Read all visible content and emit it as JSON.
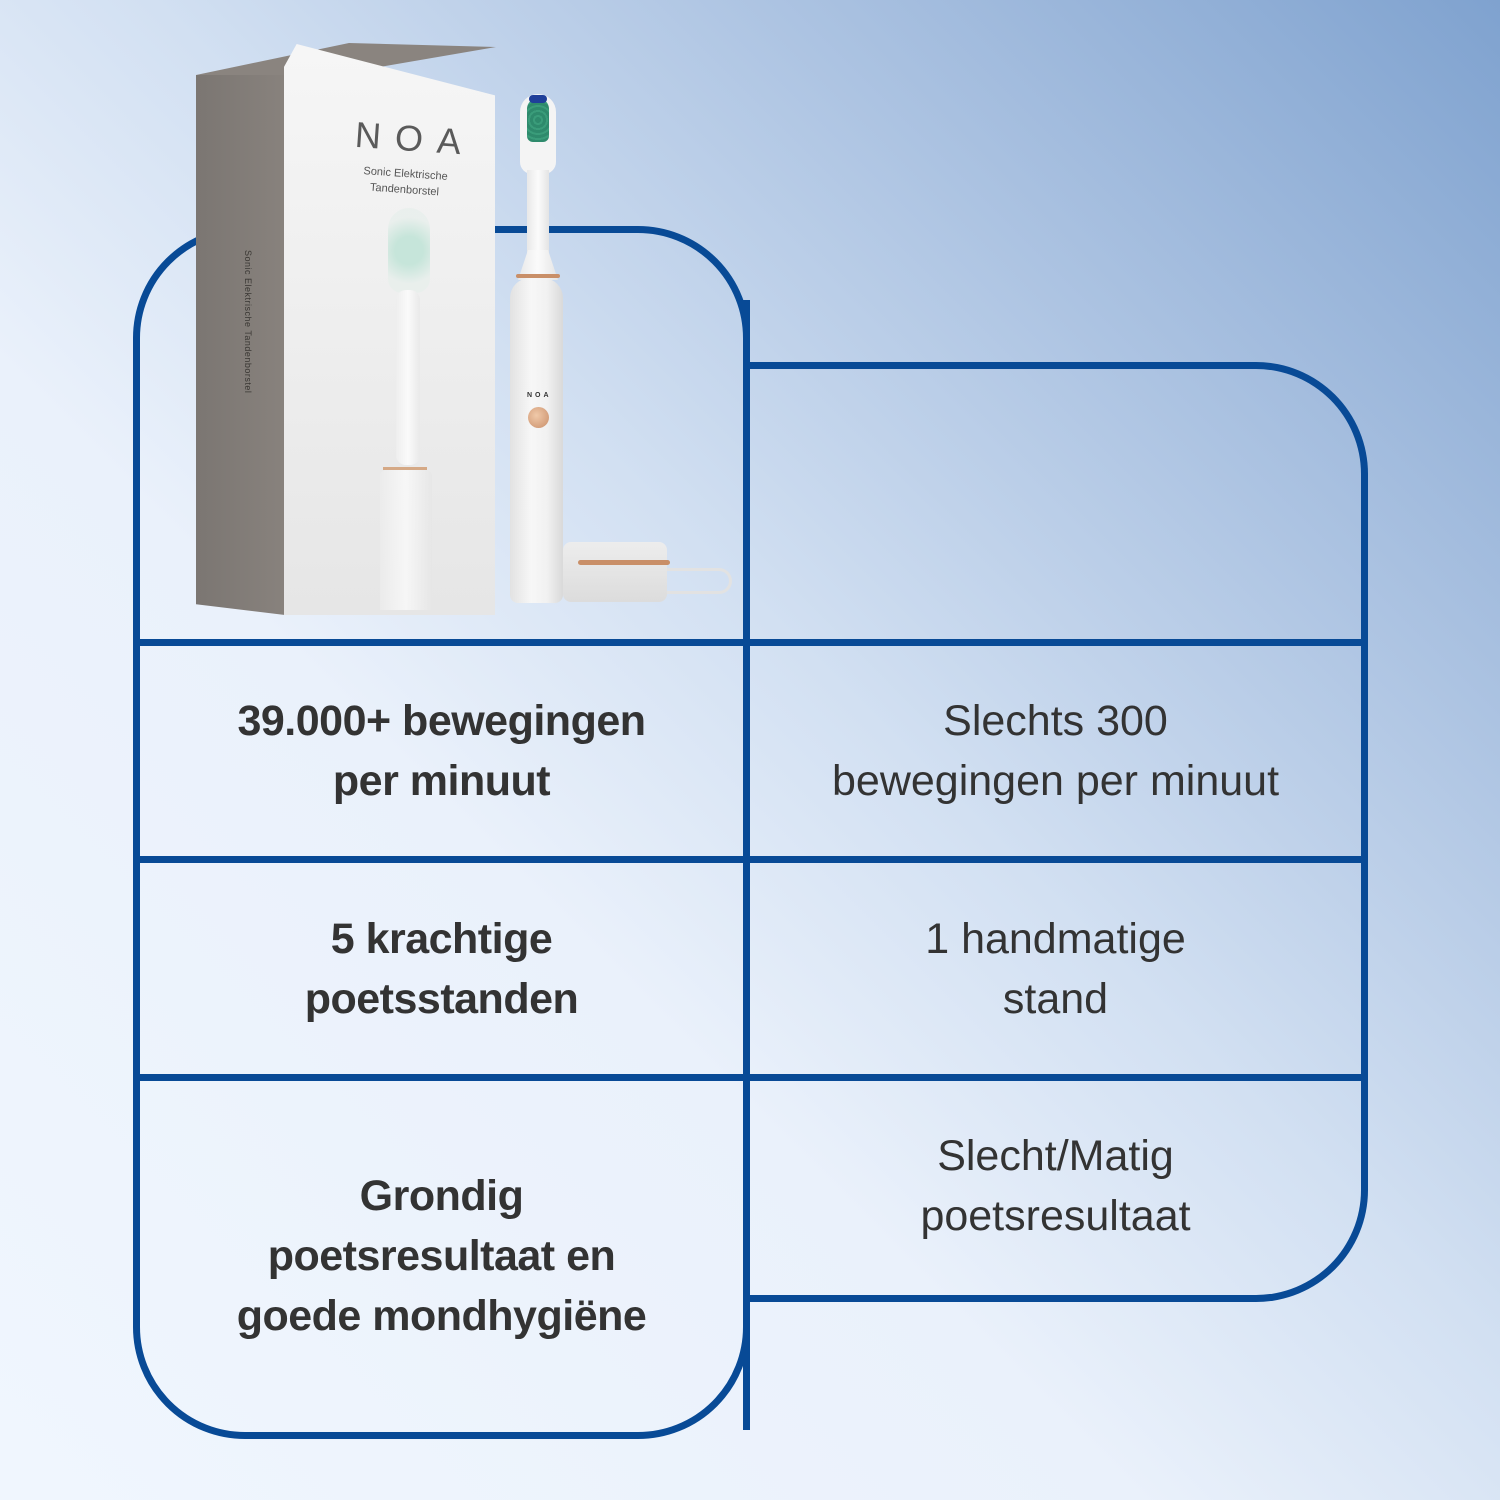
{
  "product": {
    "brand": "NOA",
    "box_subtitle": "Sonic Elektrische\nTandenborstel",
    "box_spine_text": "Sonic Elektrische Tandenborstel",
    "handle_logo": "NOA"
  },
  "comparison": {
    "left_column": [
      {
        "text": "39.000+ bewegingen\nper minuut"
      },
      {
        "text": "5 krachtige\npoetsstanden"
      },
      {
        "text": "Grondig\npoetsresultaat en\ngoede mondhygiëne"
      }
    ],
    "right_column": [
      {
        "text": "Slechts 300\nbewegingen per minuut"
      },
      {
        "text": "1 handmatige\nstand"
      },
      {
        "text": "Slecht/Matig\npoetsresultaat"
      }
    ]
  },
  "colors": {
    "border": "#084a96",
    "text": "#333333",
    "bg_light": "#f0f6fe",
    "bg_dark": "#7fa2cf"
  }
}
